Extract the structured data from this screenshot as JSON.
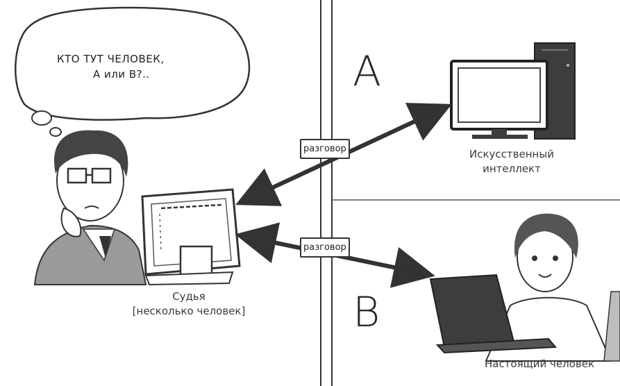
{
  "bubble": {
    "line1": "КТО ТУТ ЧЕЛОВЕК,",
    "line2": "А или В?.."
  },
  "room_a": {
    "letter": "A"
  },
  "room_b": {
    "letter": "B"
  },
  "conversation_top": "разговор",
  "conversation_bottom": "разговор",
  "ai": {
    "line1": "Искусственный",
    "line2": "интеллект"
  },
  "judge": {
    "line1": "Судья",
    "line2": "[несколько человек]"
  },
  "human": {
    "label": "Настоящий человек"
  },
  "colors": {
    "ink": "#333333",
    "screen": "#3d3d3d",
    "skin": "#ffffff",
    "shadow": "#8a8a8a"
  },
  "icons": [
    "thought-bubble",
    "judge-figure",
    "crt-monitor",
    "desktop-computer",
    "laptop",
    "woman-figure",
    "double-arrow"
  ]
}
